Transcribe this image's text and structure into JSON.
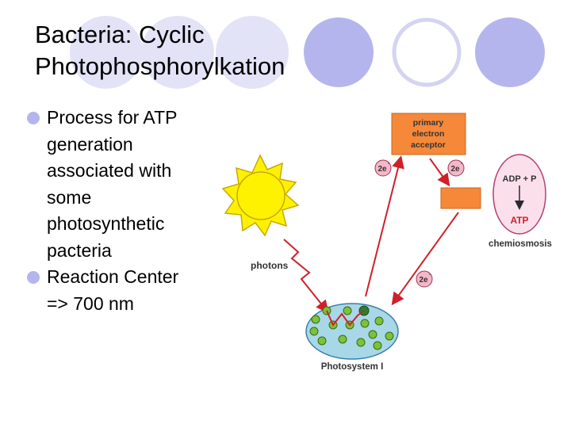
{
  "slide": {
    "title_line1": "Bacteria: Cyclic",
    "title_line2": "Photophosphorylkation",
    "bullets": [
      {
        "lines": [
          "Process for ATP",
          "generation",
          "associated with",
          "some",
          "photosynthetic",
          "pacteria"
        ]
      },
      {
        "lines": [
          "Reaction Center",
          "=> 700 nm"
        ]
      }
    ]
  },
  "diagram": {
    "primary_acceptor": [
      "primary",
      "electron",
      "acceptor"
    ],
    "electron_label": "2e",
    "electron_superscript": "-",
    "adp_label": "ADP + P",
    "atp_label": "ATP",
    "chemiosmosis_label": "chemiosmosis",
    "photons_label": "photons",
    "photosystem_label": "Photosystem I"
  },
  "colors": {
    "accent_lavender": "#b5b5ee",
    "acceptor_box": "#f6883a",
    "arrow_red": "#d0202a",
    "sun_yellow": "#fff200",
    "photosystem_fill": "#a8d8e8",
    "chlorophyll_green": "#7cc23a"
  }
}
